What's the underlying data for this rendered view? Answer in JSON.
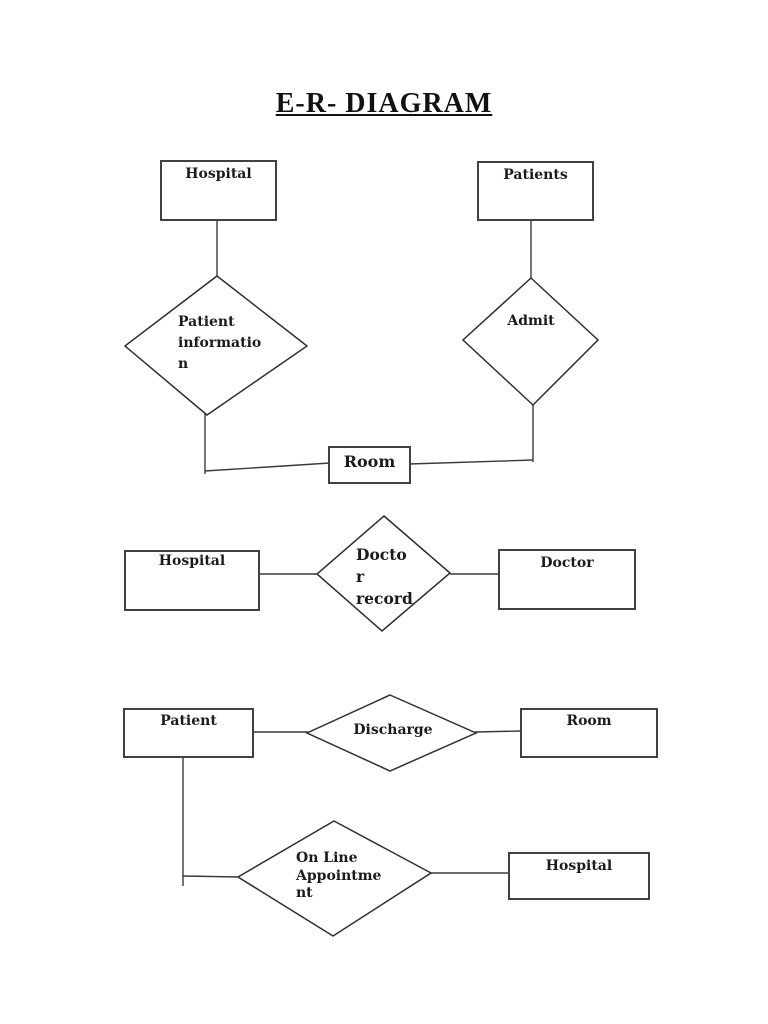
{
  "page": {
    "title": "E-R- DIAGRAM",
    "background_color": "#ffffff",
    "line_color": "#3a3a3a",
    "text_color": "#1b1b1b"
  },
  "nodes": {
    "hospital_top": {
      "type": "entity",
      "label": "Hospital"
    },
    "patients": {
      "type": "entity",
      "label": "Patients"
    },
    "patient_information": {
      "type": "relationship",
      "label": "Patient\ninformatio\nn"
    },
    "admit": {
      "type": "relationship",
      "label": "Admit"
    },
    "room_top": {
      "type": "entity",
      "label": "Room"
    },
    "hospital_mid": {
      "type": "entity",
      "label": "Hospital"
    },
    "doctor_record": {
      "type": "relationship",
      "label": "Docto\nr\nrecord"
    },
    "doctor": {
      "type": "entity",
      "label": "Doctor"
    },
    "patient": {
      "type": "entity",
      "label": "Patient"
    },
    "discharge": {
      "type": "relationship",
      "label": "Discharge"
    },
    "room_bottom": {
      "type": "entity",
      "label": "Room"
    },
    "online_appointment": {
      "type": "relationship",
      "label": "On Line\nAppointme\nnt"
    },
    "hospital_bottom": {
      "type": "entity",
      "label": "Hospital"
    }
  },
  "connections": [
    "Hospital - Patient information",
    "Patients - Admit",
    "Patient information - Room",
    "Admit - Room",
    "Hospital - Doctor record - Doctor",
    "Patient - Discharge - Room",
    "Patient - On Line Appointment - Hospital"
  ]
}
